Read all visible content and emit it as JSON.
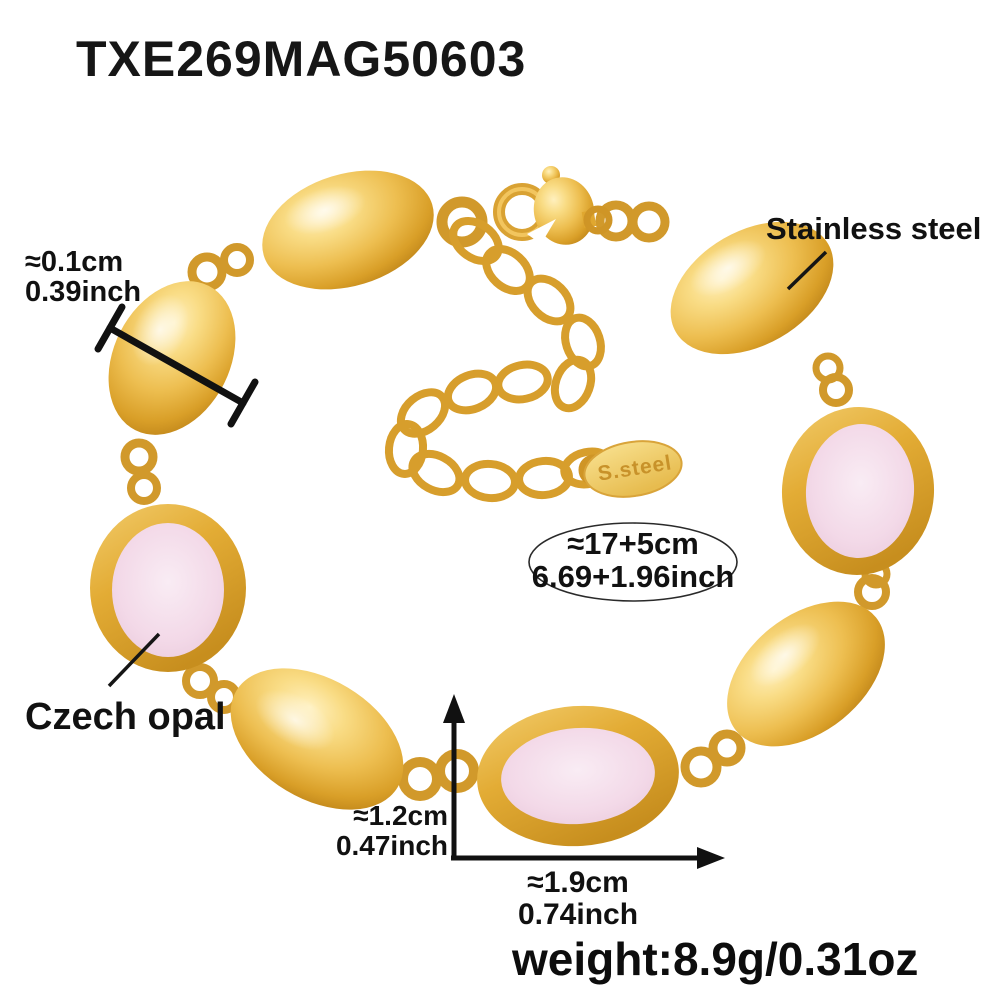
{
  "product": {
    "code": "TXE269MAG50603",
    "weight": "weight:8.9g/0.31oz"
  },
  "labels": {
    "material": "Stainless steel",
    "stone": "Czech opal",
    "tag": "S.steel"
  },
  "measurements": {
    "bead_diameter": {
      "cm": "≈0.1cm",
      "inch": "0.39inch"
    },
    "chain_length": {
      "cm": "≈17+5cm",
      "inch": "6.69+1.96inch"
    },
    "opal_height": {
      "cm": "≈1.2cm",
      "inch": "0.47inch"
    },
    "opal_width": {
      "cm": "≈1.9cm",
      "inch": "0.74inch"
    }
  },
  "colors": {
    "gold": "#D9A233",
    "gold_light": "#F7DE8C",
    "gold_dark": "#BE8114",
    "opal_pink": "#F3D9E8",
    "annotation_text": "#111111",
    "background": "#FFFFFF"
  }
}
